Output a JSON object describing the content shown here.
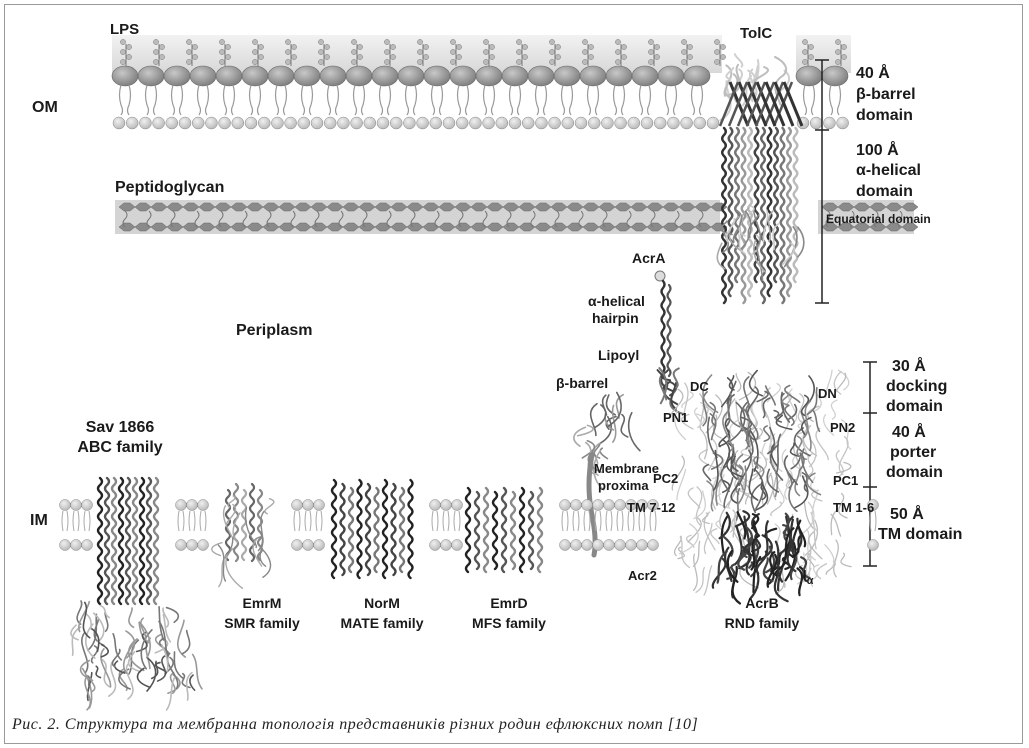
{
  "labels": {
    "lps": "LPS",
    "om": "OM",
    "tolc": "TolC",
    "peptidoglycan": "Peptidoglycan",
    "periplasm": "Periplasm",
    "im": "IM",
    "acra": "AcrA",
    "alpha_helical_hairpin_1": "α-helical",
    "alpha_helical_hairpin_2": "hairpin",
    "lipoyl": "Lipoyl",
    "beta_barrel": "β-barrel",
    "membrane_proximal_1": "Membrane",
    "membrane_proximal_2": "proxima",
    "dc": "DC",
    "dn": "DN",
    "pn1": "PN1",
    "pn2": "PN2",
    "pc1": "PC1",
    "pc2": "PC2",
    "tm_7_12": "TM 7-12",
    "tm_1_6": "TM 1-6",
    "acr2": "Acr2",
    "i_alpha_base": "I",
    "i_alpha_sub": "α",
    "equatorial_domain": "Equatorial domain"
  },
  "dimensions": {
    "tolc_beta": {
      "size": "40 Å",
      "line1": "β-barrel",
      "line2": "domain"
    },
    "tolc_alpha": {
      "size": "100 Å",
      "line1": "α-helical",
      "line2": "domain"
    },
    "acrb_docking": {
      "size": "30 Å",
      "line1": "docking",
      "line2": "domain"
    },
    "acrb_porter": {
      "size": "40 Å",
      "line1": "porter",
      "line2": "domain"
    },
    "acrb_tm": {
      "size": "50 Å",
      "line1": "TM domain"
    }
  },
  "transporters": [
    {
      "name": "Sav 1866",
      "family": "ABC family"
    },
    {
      "name": "EmrM",
      "family": "SMR family"
    },
    {
      "name": "NorM",
      "family": "MATE family"
    },
    {
      "name": "EmrD",
      "family": "MFS family"
    },
    {
      "name": "AcrB",
      "family": "RND family"
    }
  ],
  "caption": "Рис. 2. Структура та мембранна топологія представників різних родин ефлюксних помп [10]"
}
